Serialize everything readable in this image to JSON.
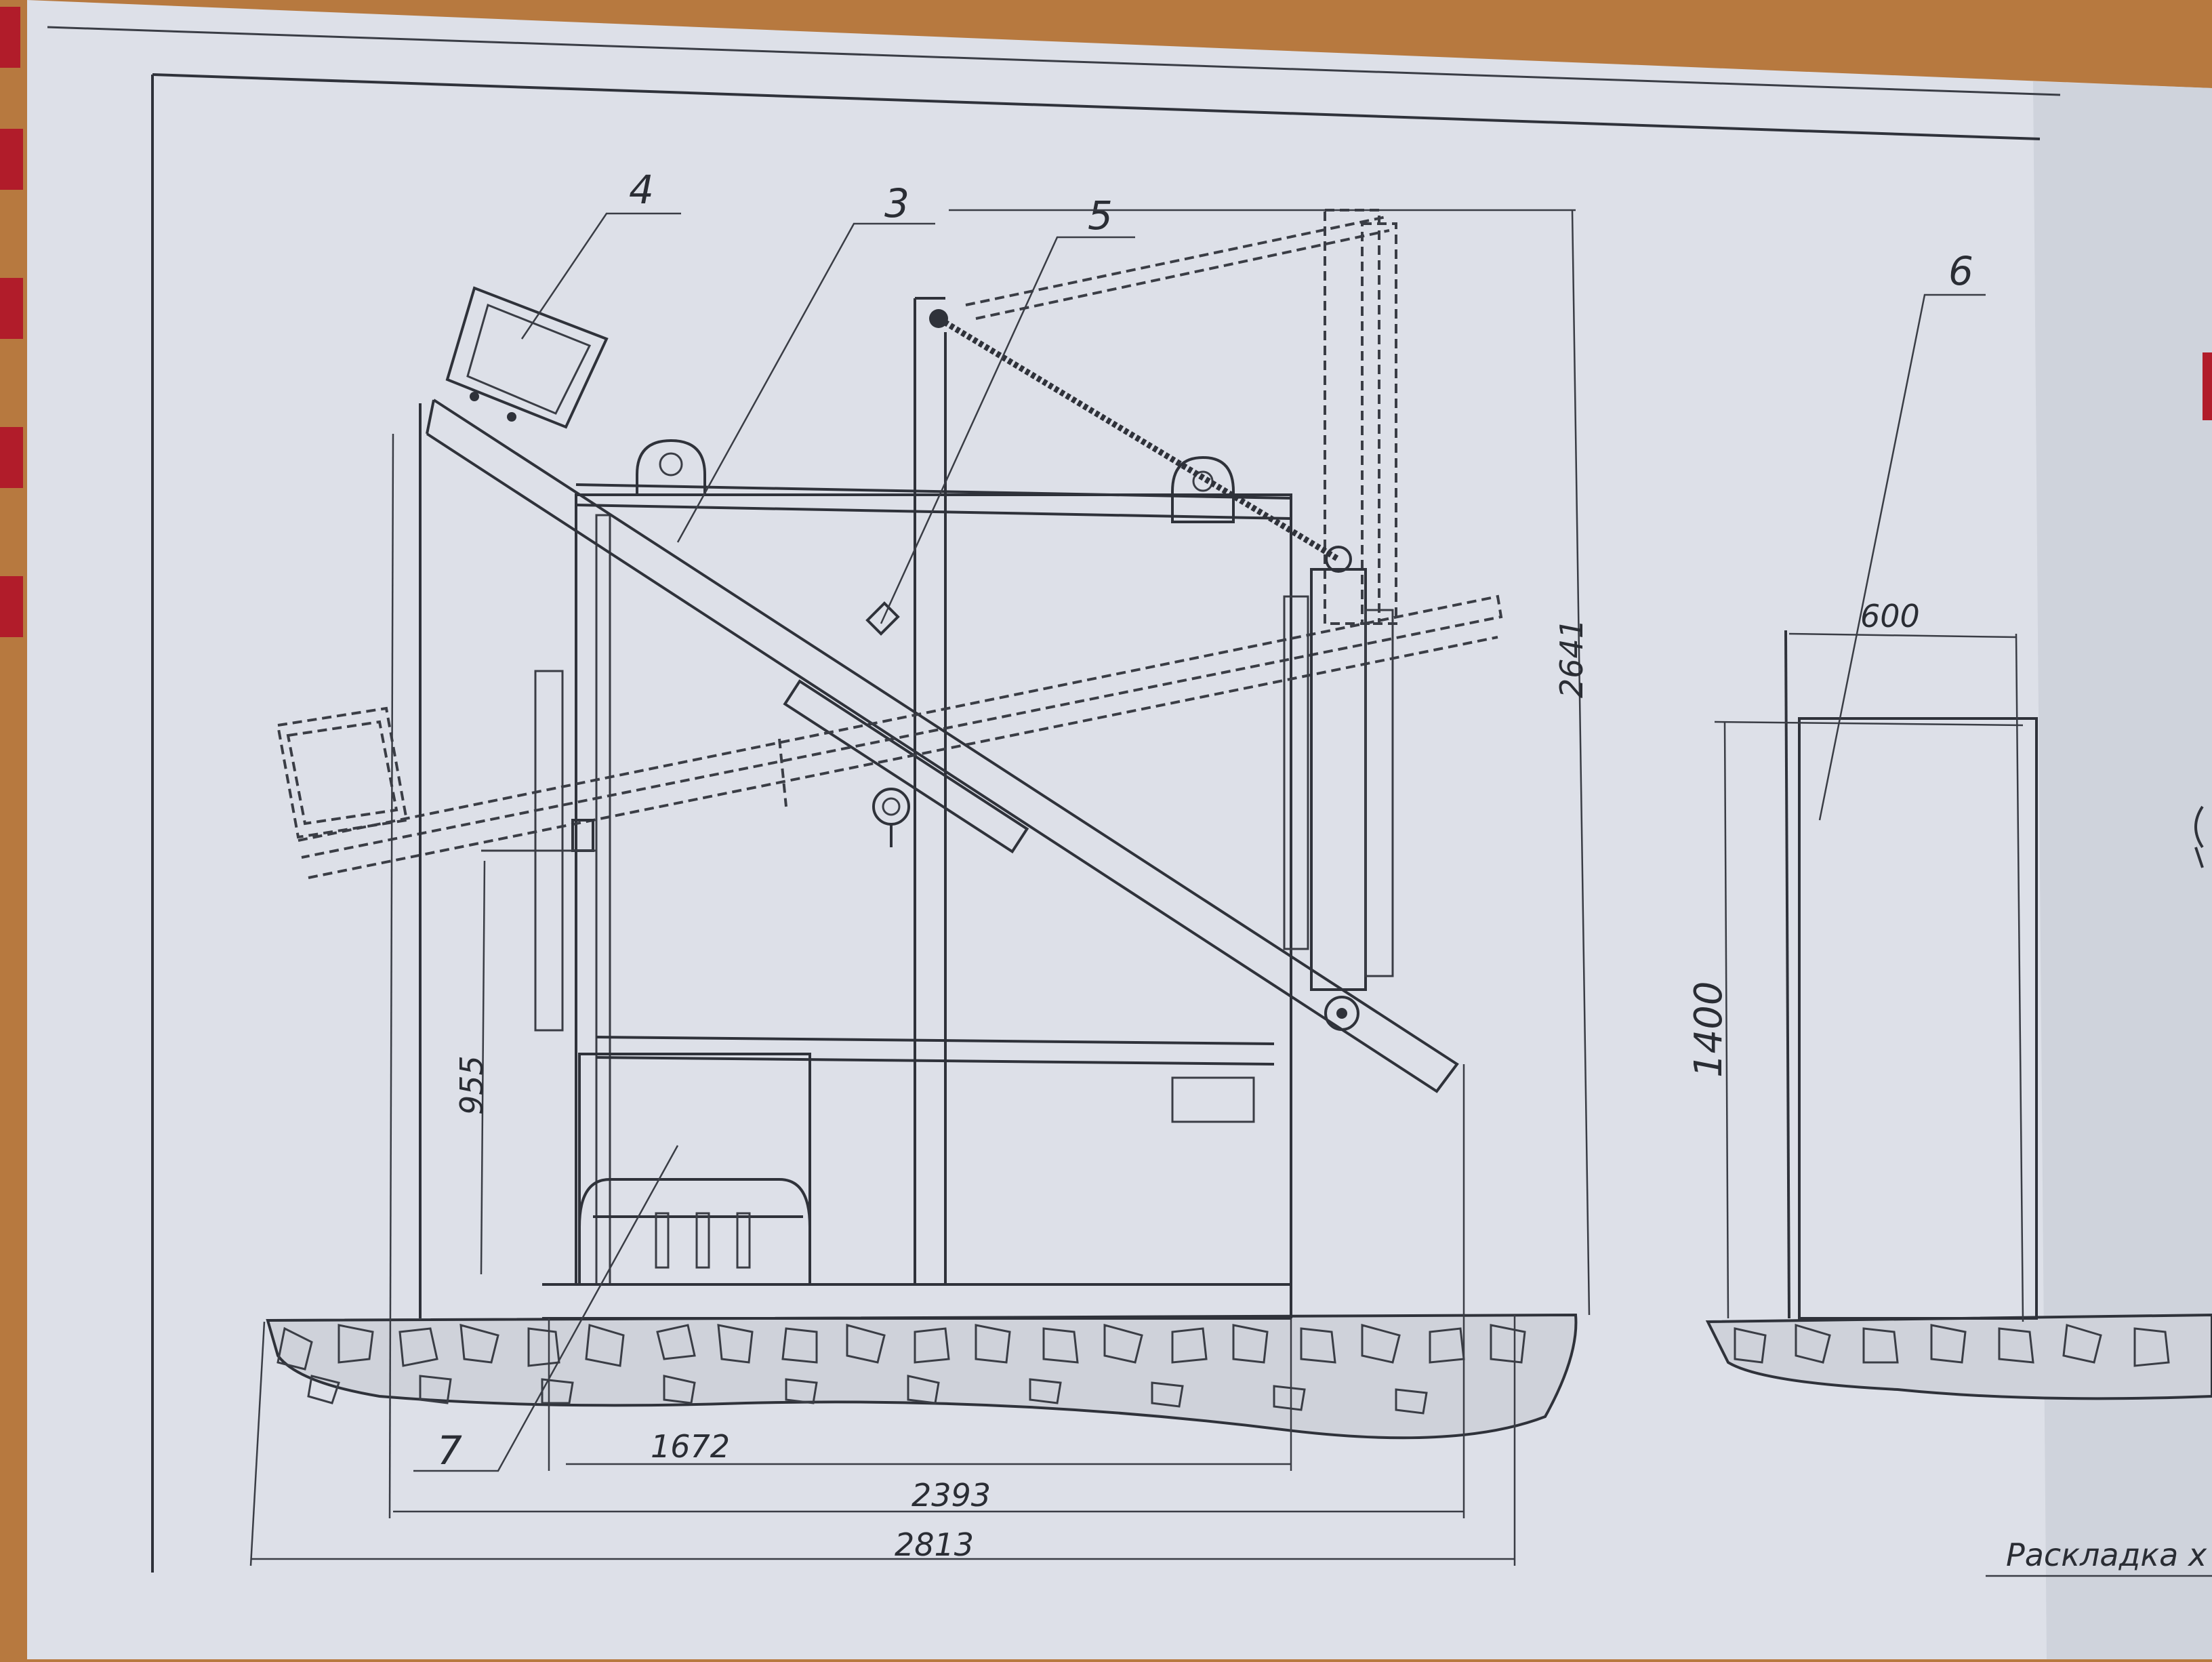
{
  "callouts": {
    "c4": "4",
    "c3": "3",
    "c5": "5",
    "c6": "6",
    "c7": "7"
  },
  "dimensions": {
    "d2641": "2641",
    "d955": "955",
    "d1672": "1672",
    "d2393": "2393",
    "d2813": "2813",
    "d600": "600",
    "d1400": "1400"
  },
  "caption": "Раскладка х",
  "colors": {
    "paper": "#dfe2ea",
    "ink": "#2f323a",
    "desk": "#b7793f"
  }
}
